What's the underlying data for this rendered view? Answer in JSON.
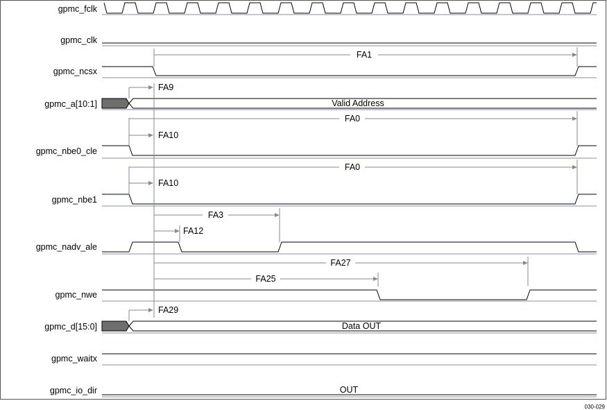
{
  "signals": [
    "gpmc_fclk",
    "gpmc_clk",
    "gpmc_ncsx",
    "gpmc_a[10:1]",
    "gpmc_nbe0_cle",
    "gpmc_nbe1",
    "gpmc_nadv_ale",
    "gpmc_nwe",
    "gpmc_d[15:0]",
    "gpmc_waitx",
    "gpmc_io_dir"
  ],
  "bus_values": {
    "address": "Valid Address",
    "data": "Data OUT",
    "io_dir": "OUT"
  },
  "timing_labels": {
    "fa1": "FA1",
    "fa9": "FA9",
    "fa0_nbe0": "FA0",
    "fa10_nbe0": "FA10",
    "fa0_nbe1": "FA0",
    "fa10_nbe1": "FA10",
    "fa3": "FA3",
    "fa12": "FA12",
    "fa27": "FA27",
    "fa25": "FA25",
    "fa29": "FA29"
  },
  "figure_id": "030-029"
}
